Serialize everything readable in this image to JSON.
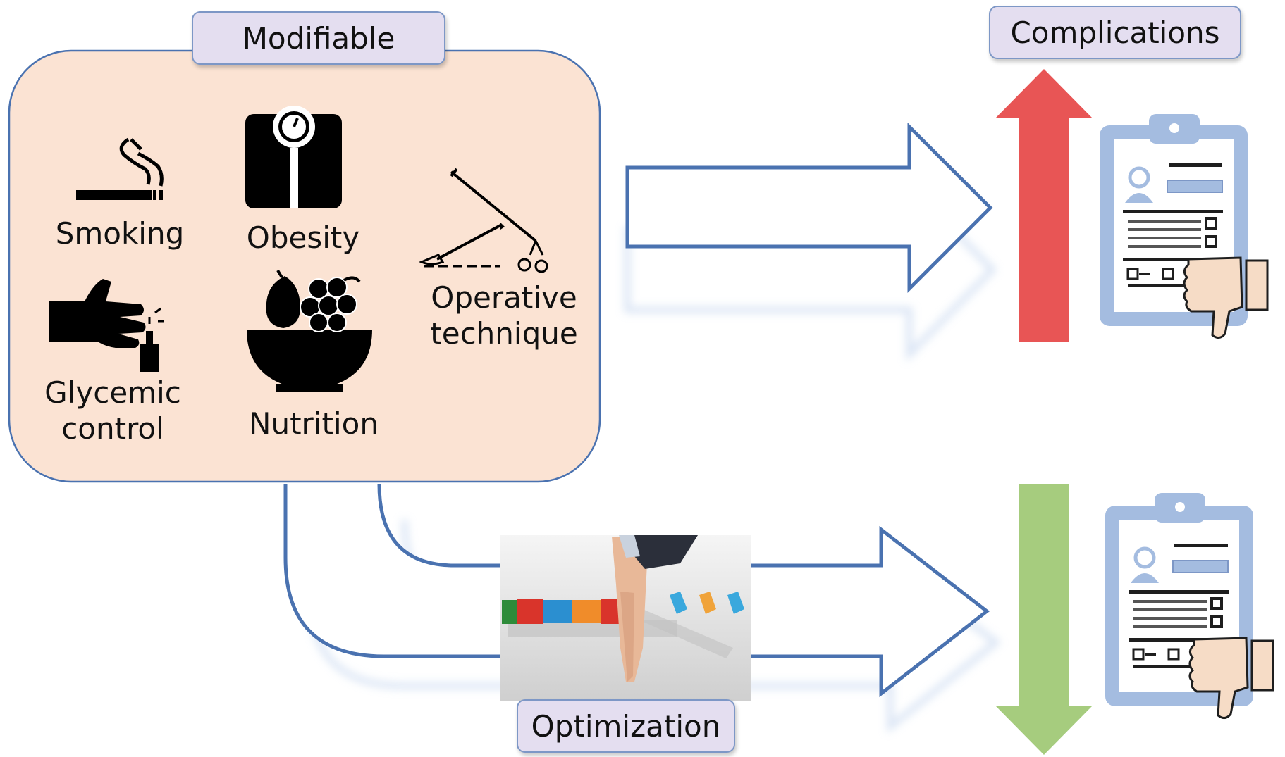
{
  "modifiable_label": "Modifiable",
  "complications_label": "Complications",
  "optimization_label": "Optimization",
  "factors": {
    "smoking": "Smoking",
    "obesity": "Obesity",
    "operative": "Operative\ntechnique",
    "glycemic": "Glycemic\ncontrol",
    "nutrition": "Nutrition"
  },
  "colors": {
    "box_fill": "#fbe3d3",
    "outline_blue": "#4a72b0",
    "arrow_up_red": "#e85555",
    "arrow_down_green": "#a6cc7e",
    "clipboard_blue": "#a4bce0",
    "label_fill": "#e4def0",
    "thumb_fill": "#f6dcc6"
  },
  "icons": [
    "cigarette-icon",
    "scale-icon",
    "surgical-tools-icon",
    "hand-glucometer-icon",
    "fruit-bowl-icon",
    "clipboard-icon",
    "thumbs-down-icon",
    "dominoes-photo"
  ]
}
